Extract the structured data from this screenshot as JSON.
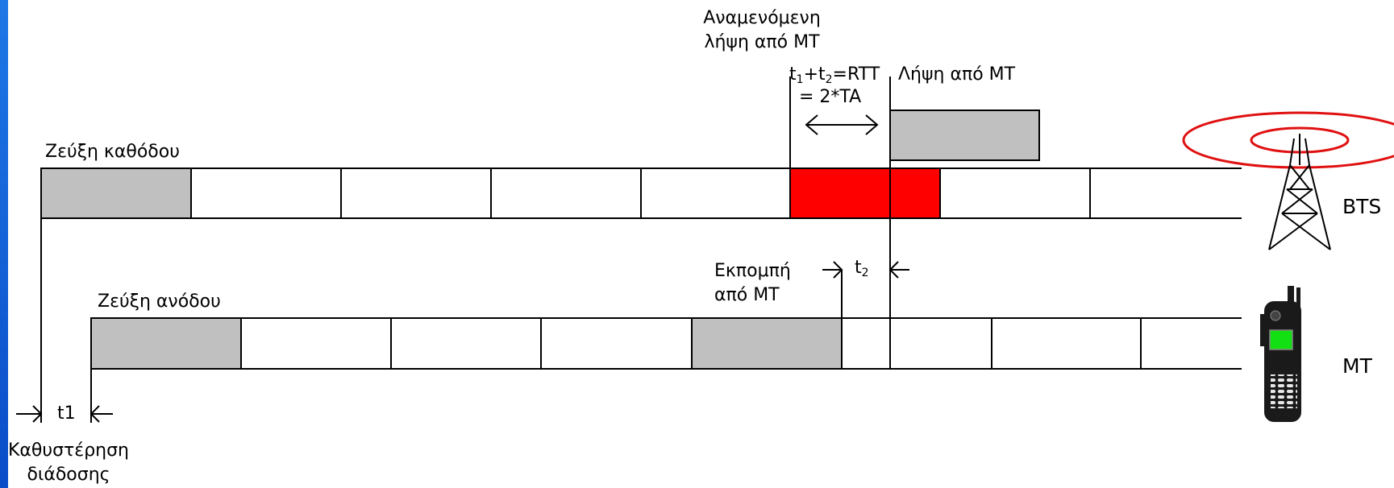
{
  "labels": {
    "expected_rx_line1": "Αναμενόμενη",
    "expected_rx_line2": "λήψη από MT",
    "rx_from_mt": "Λήψη από MT",
    "rtt_t": "t",
    "rtt_sub1": "1",
    "rtt_plus": "+t",
    "rtt_sub2": "2",
    "rtt_rest": "=RTT",
    "rtt_line2": "= 2*TA",
    "downlink": "Ζεύξη καθόδου",
    "uplink": "Ζεύξη ανόδου",
    "tx_line1": "Εκπομπή",
    "tx_line2": "από MT",
    "t2_t": "t",
    "t2_sub": "2",
    "t1": "t1",
    "delay_line1": "Καθυστέρηση",
    "delay_line2": "διάδοσης",
    "bts": "BTS",
    "mt": "MT"
  },
  "colors": {
    "left_bar_top": "#1e78e6",
    "left_bar_bottom": "#0a4cc8",
    "slot_grey": "#c0c0c0",
    "slot_red": "#ff0000",
    "antenna_rings": "#e01010",
    "phone_body": "#1a1a1a",
    "phone_screen": "#12e012"
  },
  "icons": [
    "bts-tower-icon",
    "mobile-terminal-icon",
    "double-arrow-icon"
  ]
}
